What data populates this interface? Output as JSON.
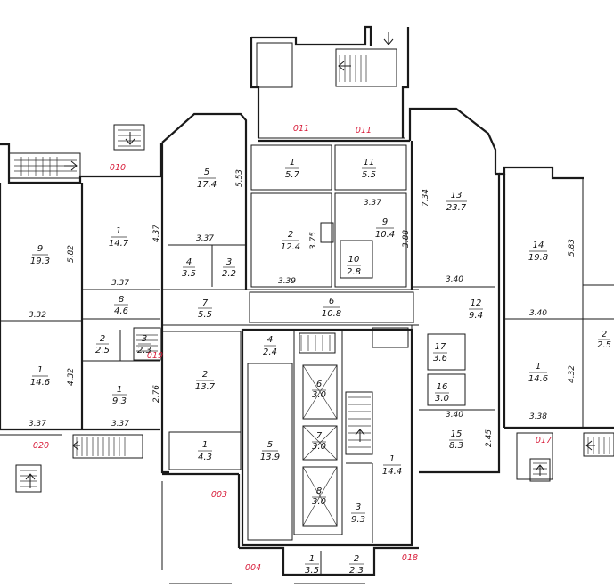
{
  "rooms": [
    {
      "id": "l9",
      "num": "9",
      "area": "19.3"
    },
    {
      "id": "l1b",
      "num": "1",
      "area": "14.6"
    },
    {
      "id": "w1a",
      "num": "1",
      "area": "14.7"
    },
    {
      "id": "w8",
      "num": "8",
      "area": "4.6"
    },
    {
      "id": "w2",
      "num": "2",
      "area": "2.5"
    },
    {
      "id": "w3",
      "num": "3",
      "area": "2.3"
    },
    {
      "id": "w1b",
      "num": "1",
      "area": "9.3"
    },
    {
      "id": "c5",
      "num": "5",
      "area": "17.4"
    },
    {
      "id": "c4",
      "num": "4",
      "area": "3.5"
    },
    {
      "id": "c3",
      "num": "3",
      "area": "2.2"
    },
    {
      "id": "c7",
      "num": "7",
      "area": "5.5"
    },
    {
      "id": "c2b",
      "num": "2",
      "area": "13.7"
    },
    {
      "id": "c4b",
      "num": "4",
      "area": "2.4"
    },
    {
      "id": "c1c",
      "num": "1",
      "area": "4.3"
    },
    {
      "id": "m1",
      "num": "1",
      "area": "5.7"
    },
    {
      "id": "m11",
      "num": "11",
      "area": "5.5"
    },
    {
      "id": "m2",
      "num": "2",
      "area": "12.4"
    },
    {
      "id": "m9",
      "num": "9",
      "area": "10.4"
    },
    {
      "id": "m10",
      "num": "10",
      "area": "2.8"
    },
    {
      "id": "m6",
      "num": "6",
      "area": "10.8"
    },
    {
      "id": "s5",
      "num": "5",
      "area": "13.9"
    },
    {
      "id": "s6a",
      "num": "6",
      "area": "3.0"
    },
    {
      "id": "s7",
      "num": "7",
      "area": "3.0"
    },
    {
      "id": "s6b",
      "num": "8",
      "area": "3.0"
    },
    {
      "id": "s1",
      "num": "1",
      "area": "14.4"
    },
    {
      "id": "s3",
      "num": "3",
      "area": "9.3"
    },
    {
      "id": "b1",
      "num": "1",
      "area": "3.5"
    },
    {
      "id": "b2",
      "num": "2",
      "area": "2.3"
    },
    {
      "id": "r13",
      "num": "13",
      "area": "23.7"
    },
    {
      "id": "r12",
      "num": "12",
      "area": "9.4"
    },
    {
      "id": "r17",
      "num": "17",
      "area": "3.6"
    },
    {
      "id": "r16",
      "num": "16",
      "area": "3.0"
    },
    {
      "id": "r15",
      "num": "15",
      "area": "8.3"
    },
    {
      "id": "f14",
      "num": "14",
      "area": "19.8"
    },
    {
      "id": "f1",
      "num": "1",
      "area": "14.6"
    },
    {
      "id": "f2",
      "num": "2",
      "area": "2.5"
    }
  ],
  "dimensions": [
    "5.82",
    "3.32",
    "4.32",
    "3.37",
    "4.37",
    "3.37",
    "2.76",
    "3.37",
    "3.37",
    "5.53",
    "3.39",
    "3.75",
    "3.37",
    "3.88",
    "7.34",
    "3.40",
    "5.83",
    "3.40",
    "3.40",
    "2.45",
    "4.32",
    "3.38"
  ],
  "units": [
    "011",
    "011",
    "010",
    "019",
    "020",
    "003",
    "004",
    "018",
    "017"
  ]
}
